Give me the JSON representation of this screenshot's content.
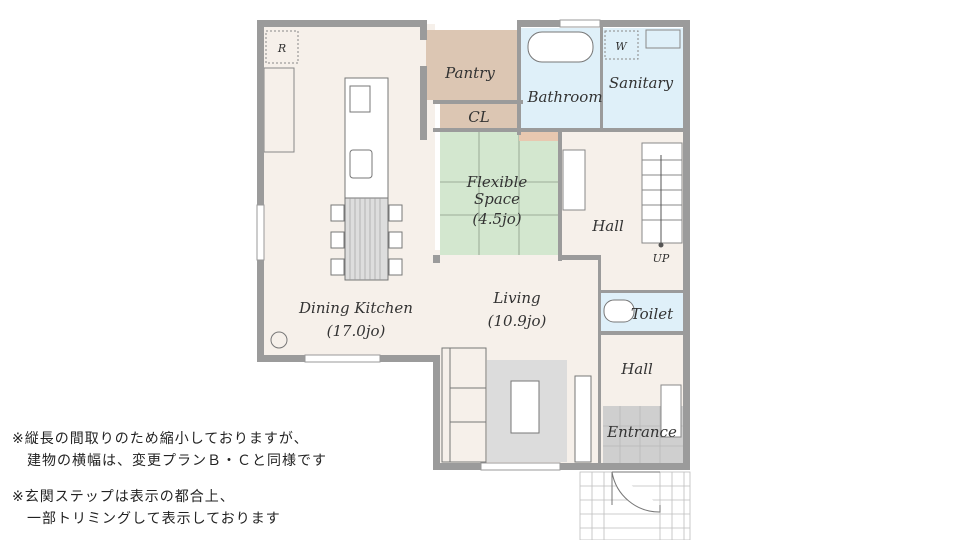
{
  "rooms": {
    "refrigerator": "R",
    "washer": "W",
    "pantry": "Pantry",
    "closet": "CL",
    "bathroom": "Bathroom",
    "sanitary": "Sanitary",
    "flexible_line1": "Flexible",
    "flexible_line2": "Space",
    "flexible_size": "(4.5jo)",
    "hall_upper": "Hall",
    "stairs_up": "UP",
    "dining_kitchen": "Dining Kitchen",
    "dining_kitchen_size": "(17.0jo)",
    "living": "Living",
    "living_size": "(10.9jo)",
    "toilet": "Toilet",
    "hall_lower": "Hall",
    "entrance": "Entrance"
  },
  "notes": [
    "※縦長の間取りのため縮小しておりますが、",
    "　建物の横幅は、変更プランＢ・Ｃと同様です",
    "※玄関ステップは表示の都合上、",
    "　一部トリミングして表示しております"
  ],
  "colors": {
    "floor": "#f6f0ea",
    "wall": "#9b9b9b",
    "pantry": "#dcc6b3",
    "tatami": "#d3e7cf",
    "water": "#dff0f9",
    "entrance": "#cfcfcf",
    "rug": "#dcdcdc"
  }
}
